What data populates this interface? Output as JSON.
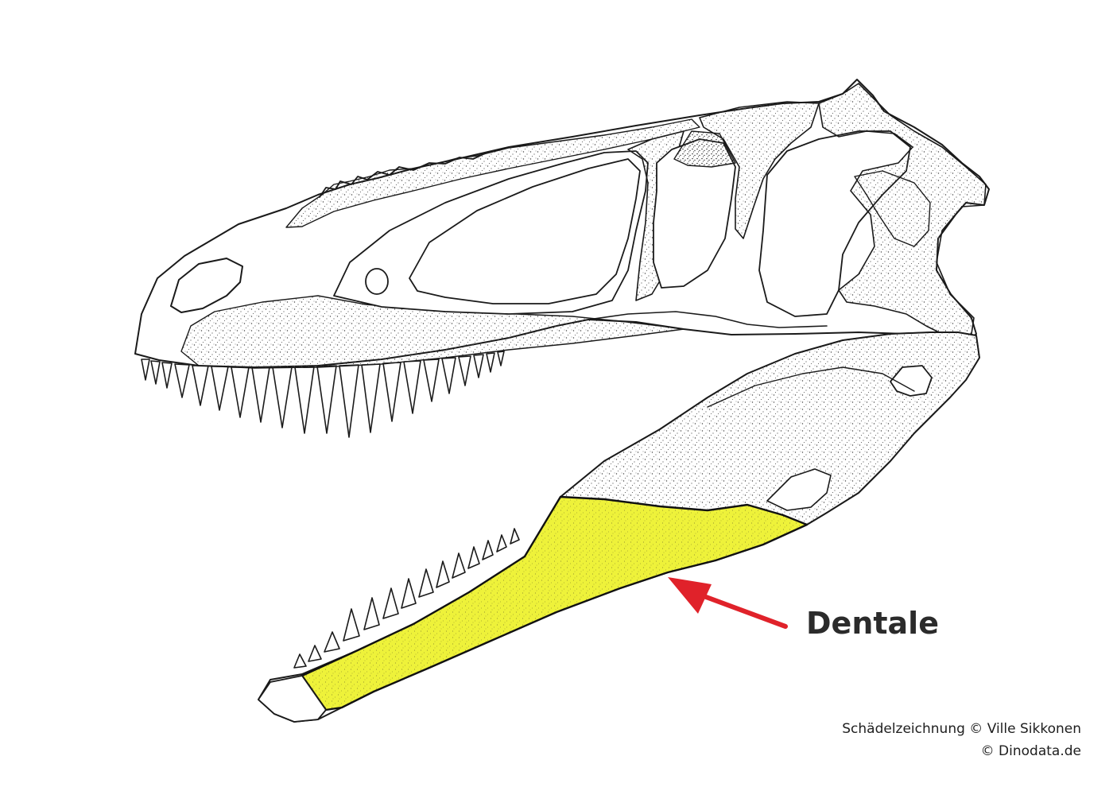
{
  "label": {
    "text": "Dentale"
  },
  "credits": {
    "line1": "Schädelzeichnung © Ville Sikkonen",
    "line2": "© Dinodata.de"
  },
  "colors": {
    "highlight": "#eef23a",
    "arrow": "#e0222a",
    "line": "#1a1a1a",
    "stipple": "#555555"
  }
}
